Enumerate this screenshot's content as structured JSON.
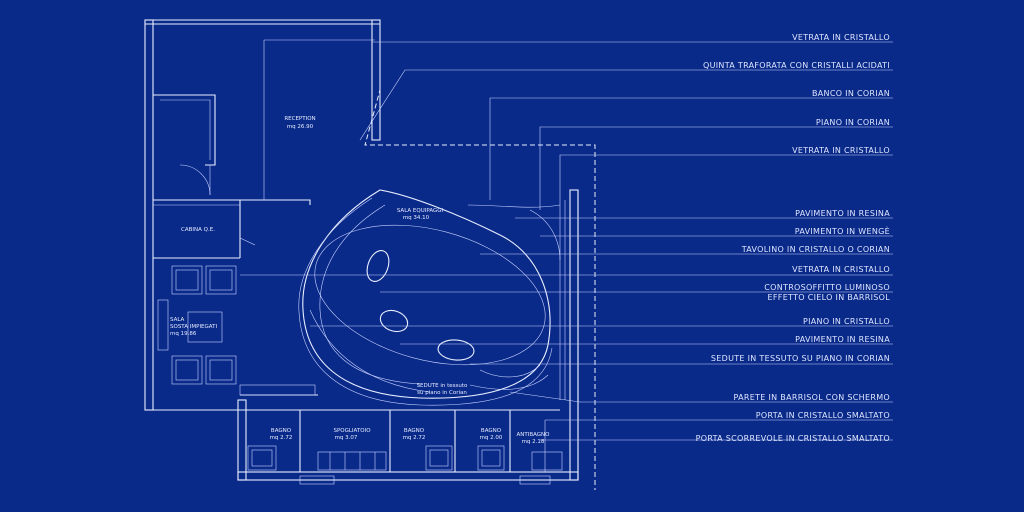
{
  "labels": [
    "VETRATA IN CRISTALLO",
    "QUINTA TRAFORATA CON CRISTALLI ACIDATI",
    "BANCO IN CORIAN",
    "PIANO IN CORIAN",
    "VETRATA IN CRISTALLO",
    "PAVIMENTO IN RESINA",
    "PAVIMENTO IN WENGÈ",
    "TAVOLINO IN CRISTALLO O CORIAN",
    "VETRATA IN CRISTALLO",
    "CONTROSOFFITTO LUMINOSO",
    "EFFETTO CIELO IN BARRISOL",
    "PIANO IN CRISTALLO",
    "PAVIMENTO IN RESINA",
    "SEDUTE IN TESSUTO SU PIANO IN CORIAN",
    "PARETE IN BARRISOL CON SCHERMO",
    "PORTA IN CRISTALLO SMALTATO",
    "PORTA SCORREVOLE IN CRISTALLO SMALTATO"
  ],
  "rooms": {
    "reception": {
      "name": "RECEPTION",
      "area": "mq 26.90"
    },
    "sala_equipaggi": {
      "name": "SALA EQUIPAGGI",
      "area": "mq 34.10"
    },
    "cabina": {
      "name": "CABINA Q.E."
    },
    "sala_sosta": {
      "name1": "SALA",
      "name2": "SOSTA IMPIEGATI",
      "area": "mq 19.86"
    },
    "sedute": {
      "line1": "SEDUTE in tessuto",
      "line2": "su piano in Corian"
    },
    "bagno1": {
      "name": "BAGNO",
      "area": "mq 2.72"
    },
    "spogliatoio": {
      "name": "SPOGLIATOIO",
      "area": "mq 3.07"
    },
    "bagno2": {
      "name": "BAGNO",
      "area": "mq 2.72"
    },
    "bagno3": {
      "name": "BAGNO",
      "area": "mq 2.00"
    },
    "antibagno": {
      "name": "ANTIBAGNO",
      "area": "mq 2.18"
    }
  }
}
